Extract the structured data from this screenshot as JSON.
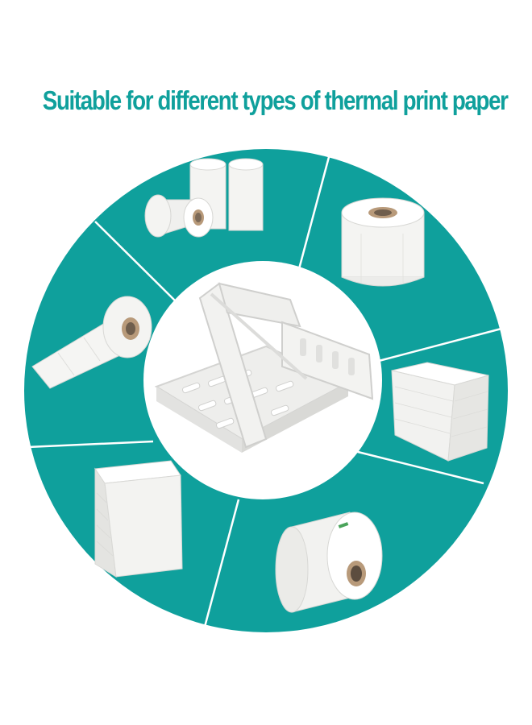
{
  "headline": {
    "text": "Suitable for different types of thermal print paper"
  },
  "colors": {
    "accent": "#0fa09c",
    "paper": "#f4f4f2",
    "paper_shadow": "#d9dad6",
    "core": "#b89a7a"
  },
  "segments": [
    {
      "label": "small-receipt-rolls",
      "icon": "receipt-rolls-icon"
    },
    {
      "label": "wide-label-roll",
      "icon": "label-roll-icon"
    },
    {
      "label": "fanfold-labels-stack",
      "icon": "fanfold-stack-icon"
    },
    {
      "label": "direct-thermal-roll",
      "icon": "thermal-roll-icon"
    },
    {
      "label": "label-sheets-stack",
      "icon": "label-stack-icon"
    },
    {
      "label": "unrolled-label-roll",
      "icon": "unrolled-roll-icon"
    }
  ],
  "center": {
    "label": "label-holder-stand",
    "icon": "label-holder-icon"
  }
}
